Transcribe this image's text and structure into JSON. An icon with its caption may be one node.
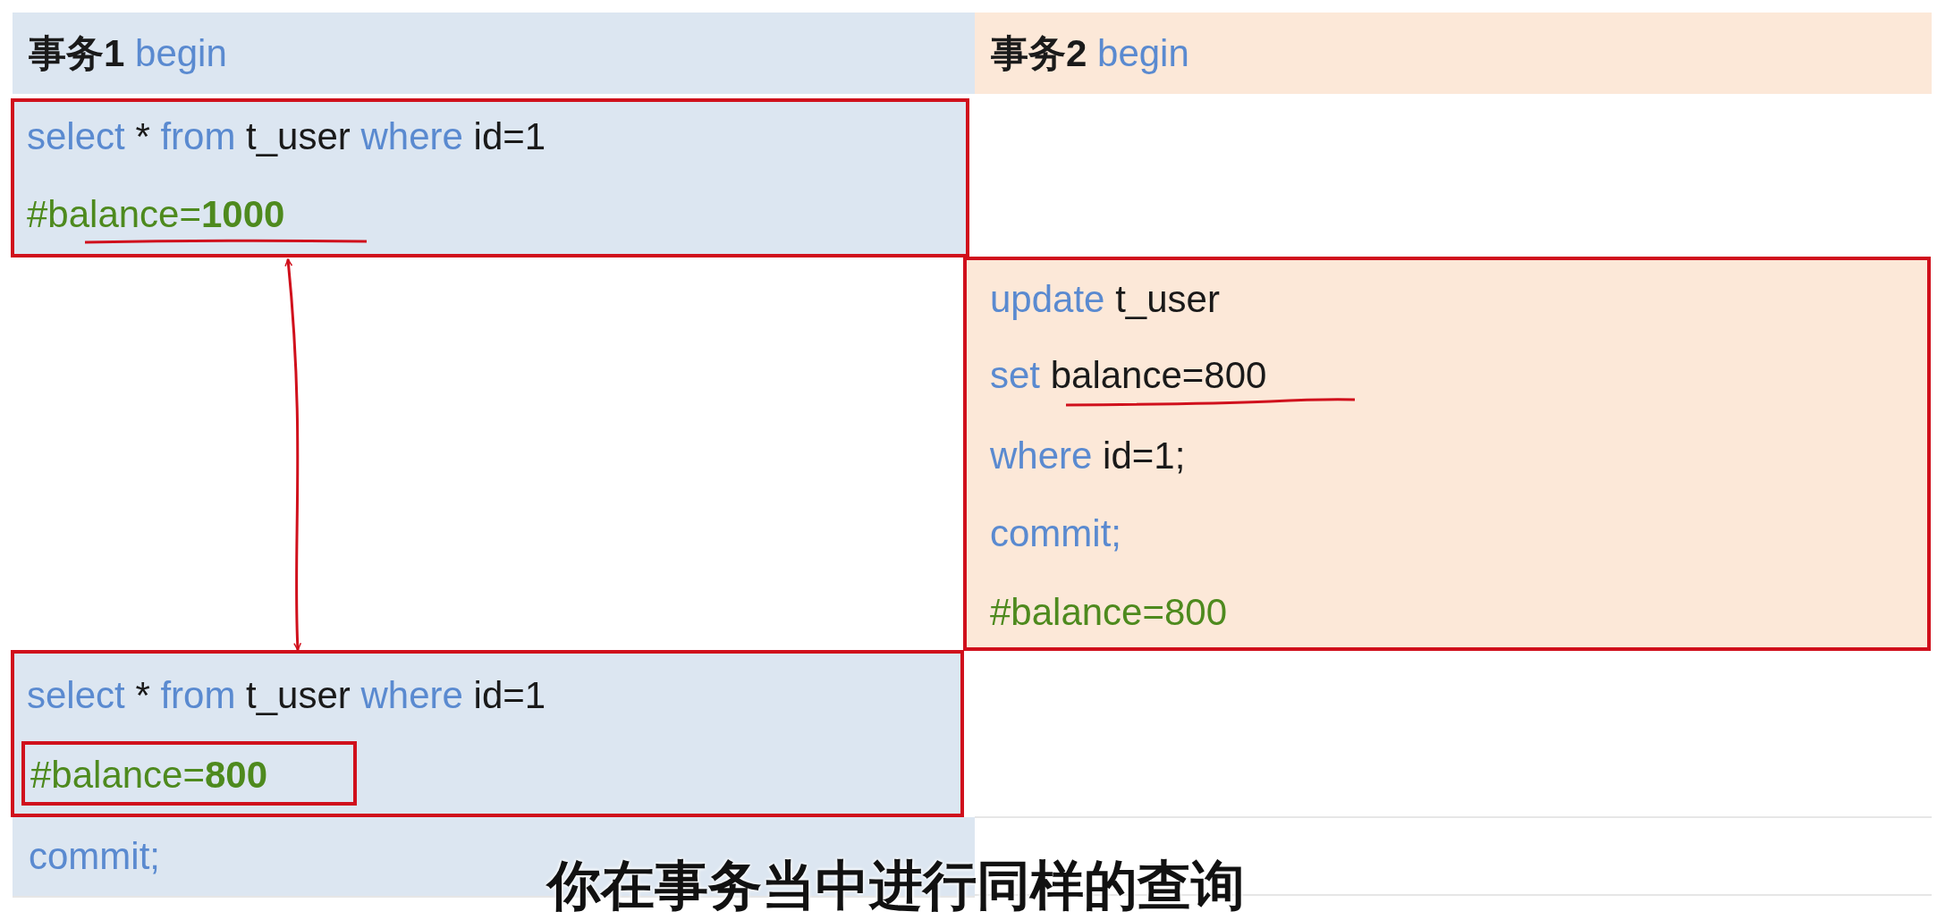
{
  "diagram": {
    "caption": "你在事务当中进行同样的查询",
    "nodes": [
      {
        "text": [
          "**事务1** begin"
        ]
      },
      {
        "text": [
          "**事务2** begin"
        ]
      },
      {
        "text": [
          "select * from t_user where id=1",
          "#balance=**1000**"
        ]
      },
      {
        "text": [
          "update t_user",
          "set balance=800",
          "where id=1;",
          "commit;",
          "#balance=800"
        ]
      },
      {
        "text": [
          "select * from t_user where id=1"
        ]
      },
      {
        "text": [
          "#balance=**800**"
        ],
        "in": 4
      },
      {
        "text": [
          "commit;"
        ]
      }
    ],
    "edges": [
      {
        "from": 4,
        "to": 2,
        "arrow": "both"
      }
    ]
  }
}
